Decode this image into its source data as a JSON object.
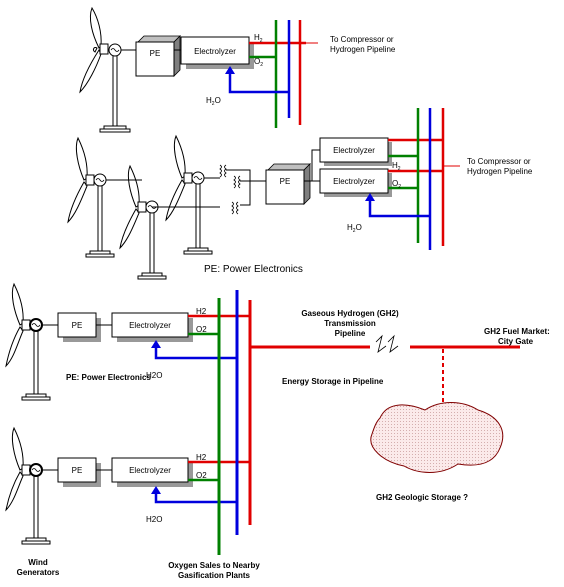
{
  "colors": {
    "h2": "#e00000",
    "o2": "#008000",
    "water": "#0000dd",
    "storage_fill": "#f7e6e6",
    "storage_stroke": "#800000"
  },
  "labels": {
    "pe": "PE",
    "electrolyzer": "Electrolyzer",
    "h2_top": "H",
    "h2_sub": "2",
    "o2_top": "O",
    "o2_sub": "2",
    "h2o_pre": "H",
    "h2o_sub": "2",
    "h2o_post": "O",
    "h2_plain": "H2",
    "o2_plain": "O2",
    "h2o_plain": "H2O",
    "to_compressor_1": "To Compressor or",
    "to_compressor_2": "Hydrogen Pipeline",
    "pe_note_top": "PE:  Power Electronics",
    "pe_note_bottom": "PE:  Power Electronics",
    "gh2_pipeline_1": "Gaseous Hydrogen (GH2)",
    "gh2_pipeline_2": "Transmission",
    "gh2_pipeline_3": "Pipeline",
    "fuel_market_1": "GH2 Fuel Market:",
    "fuel_market_2": "City Gate",
    "energy_storage": "Energy Storage in Pipeline",
    "geologic_storage": "GH2 Geologic Storage ?",
    "wind_gen_1": "Wind",
    "wind_gen_2": "Generators",
    "oxygen_sales_1": "Oxygen Sales to Nearby",
    "oxygen_sales_2": "Gasification Plants"
  }
}
